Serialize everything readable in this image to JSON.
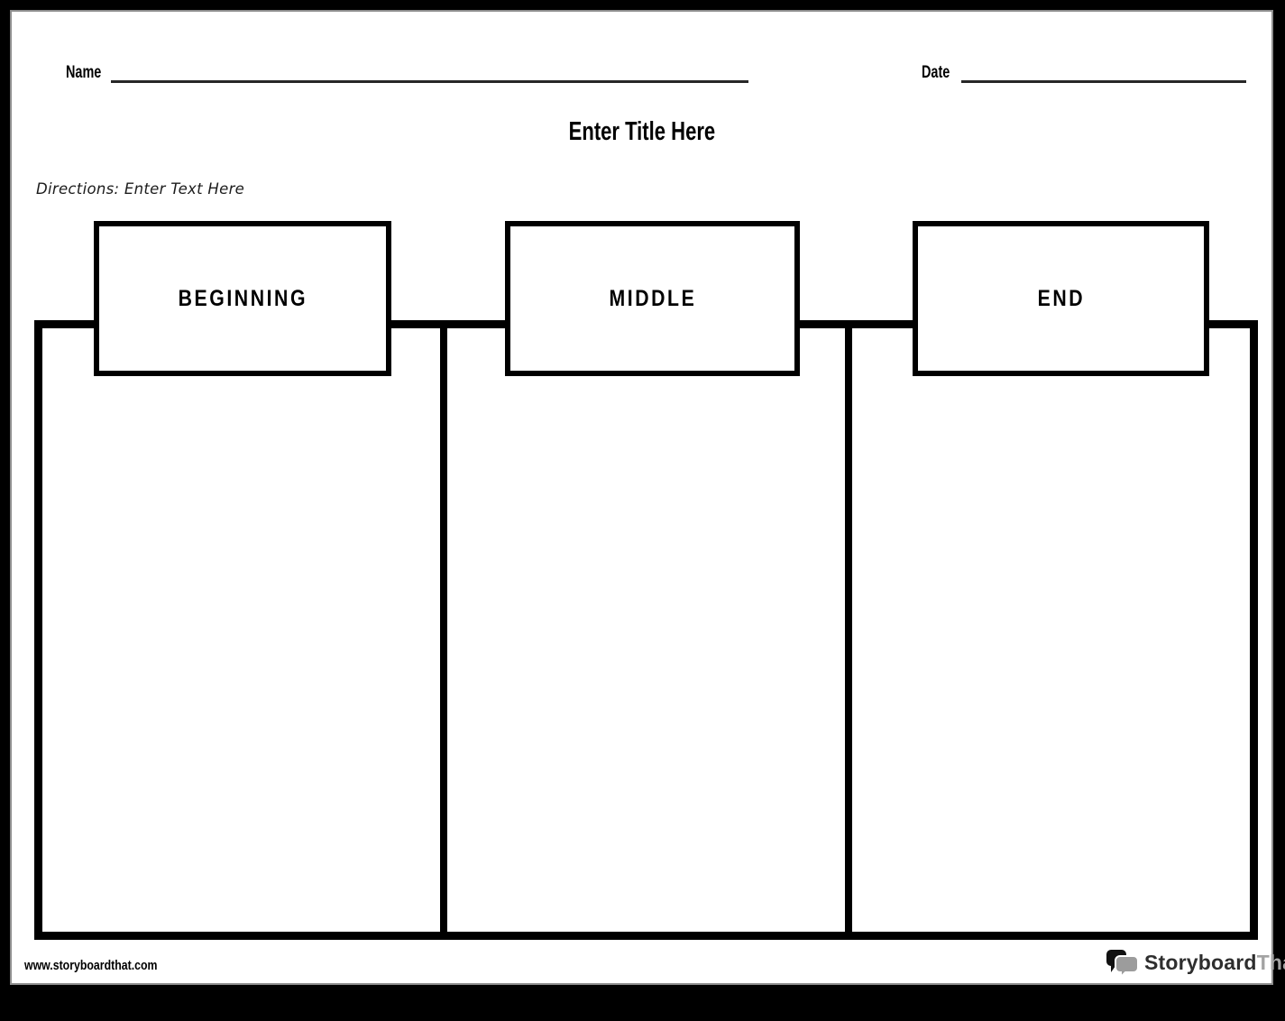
{
  "header": {
    "name_label": "Name",
    "date_label": "Date",
    "title": "Enter Title Here",
    "directions": "Directions: Enter Text Here"
  },
  "organizer": {
    "type": "beginning-middle-end story table",
    "columns": [
      {
        "header": "BEGINNING",
        "content": ""
      },
      {
        "header": "MIDDLE",
        "content": ""
      },
      {
        "header": "END",
        "content": ""
      }
    ]
  },
  "footer": {
    "website_url": "www.storyboardthat.com",
    "logo": {
      "icon": "speech-bubbles-icon",
      "text_primary": "Storyboard",
      "text_secondary": "That",
      "text_primary_color": "#2e2e2e",
      "text_secondary_color": "#a3a3a3",
      "bubble_back_color": "#111111",
      "bubble_front_color": "#9c9c9c"
    }
  },
  "colors": {
    "frame": "#000000",
    "page_background": "#ffffff",
    "page_edge": "#8f8f8f",
    "rule_line": "#272727",
    "table_border": "#000000"
  }
}
